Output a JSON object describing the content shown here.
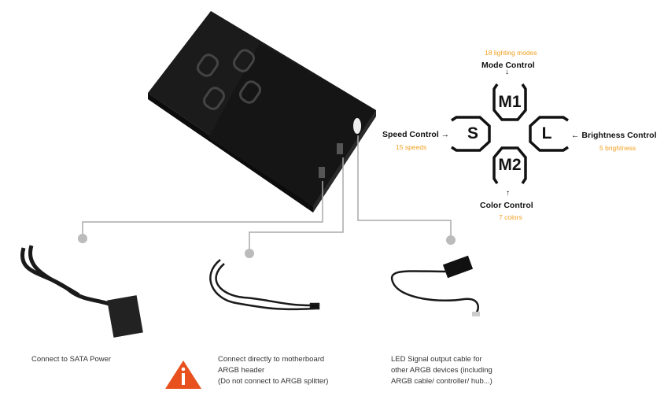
{
  "controls": {
    "mode": {
      "label": "Mode Control",
      "sub": "18 lighting modes",
      "button": "M1"
    },
    "speed": {
      "label": "Speed Control →",
      "sub": "15 speeds",
      "button": "S"
    },
    "brightness": {
      "label": "← Brightness Control",
      "sub": "5 brightness",
      "button": "L"
    },
    "color": {
      "label": "Color Control",
      "sub": "7 colors",
      "button": "M2"
    }
  },
  "captions": {
    "sata": "Connect to SATA Power",
    "argb": [
      "Connect directly to motherboard",
      "ARGB header",
      "(Do not connect to ARGB splitter)"
    ],
    "led": [
      "LED Signal output cable for",
      "other ARGB devices  (including",
      "ARGB cable/ controller/ hub...)"
    ]
  },
  "colors": {
    "accent": "#f0a020",
    "warning": "#e8501e"
  }
}
